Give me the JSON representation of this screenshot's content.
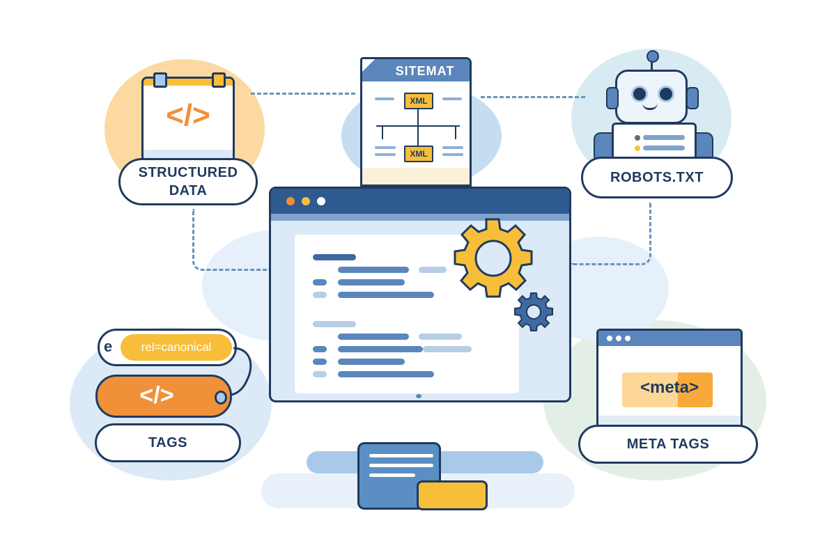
{
  "nodes": {
    "structured_data": {
      "label_line1": "STRUCTURED",
      "label_line2": "DATA",
      "code": "</>"
    },
    "sitemap": {
      "title": "SITEMAT",
      "xml_top": "XML",
      "xml_bottom": "XML"
    },
    "robots": {
      "label": "ROBOTS.TXT"
    },
    "tags": {
      "label": "TAGS",
      "canonical": "rel=canonical",
      "code": "</>",
      "prefix": "e"
    },
    "meta_tags": {
      "label": "META TAGS",
      "meta": "<meta>"
    }
  },
  "browser": {
    "dots": [
      "#f0913a",
      "#f7be3a",
      "#ffffff"
    ]
  },
  "colors": {
    "navy": "#1f3a5f",
    "blue": "#5b86bb",
    "orange": "#f0913a",
    "yellow": "#f7be3a",
    "light_blue": "#dce9f6"
  }
}
